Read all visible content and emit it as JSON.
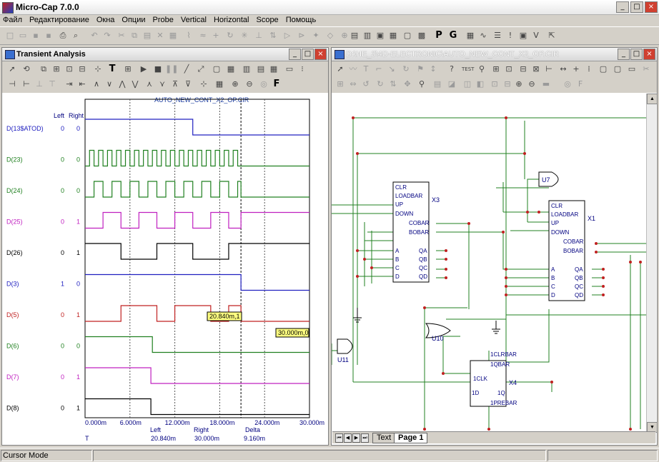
{
  "app": {
    "title": "Micro-Cap 7.0.0"
  },
  "menu": [
    "Файл",
    "Редактирование",
    "Окна",
    "Опции",
    "Probe",
    "Vertical",
    "Horizontal",
    "Scope",
    "Помощь"
  ],
  "transient": {
    "title": "Transient Analysis",
    "file": "AUTO_NEW_CONT_X2_OP.CIR",
    "col_left": "Left",
    "col_right": "Right",
    "signals": [
      {
        "name": "D(13$ATOD)",
        "left": "0",
        "right": "0",
        "color": "#2020c0"
      },
      {
        "name": "D(23)",
        "left": "0",
        "right": "0",
        "color": "#208020"
      },
      {
        "name": "D(24)",
        "left": "0",
        "right": "0",
        "color": "#208020"
      },
      {
        "name": "D(25)",
        "left": "0",
        "right": "1",
        "color": "#c020c0"
      },
      {
        "name": "D(26)",
        "left": "0",
        "right": "1",
        "color": "#000000"
      },
      {
        "name": "D(3)",
        "left": "1",
        "right": "0",
        "color": "#2020c0"
      },
      {
        "name": "D(5)",
        "left": "0",
        "right": "1",
        "color": "#c02020"
      },
      {
        "name": "D(6)",
        "left": "0",
        "right": "0",
        "color": "#208020"
      },
      {
        "name": "D(7)",
        "left": "0",
        "right": "1",
        "color": "#c020c0"
      },
      {
        "name": "D(8)",
        "left": "0",
        "right": "1",
        "color": "#000000"
      }
    ],
    "x_ticks": [
      "0.000m",
      "6.000m",
      "12.000m",
      "18.000m",
      "24.000m",
      "30.000m"
    ],
    "cursor_labels": {
      "left": "Left",
      "right": "Right",
      "delta": "Delta"
    },
    "cursor_row": {
      "t": "T",
      "left": "20.840m",
      "right": "30.000m",
      "delta": "9.160m"
    },
    "tag1": "20.840m,1",
    "tag2": "30.000m,0"
  },
  "schematic": {
    "title": "D:\\HE_3\\4D-ELECTRONIC\\AUTO_NEW_CONT_X2_OP.CIR",
    "tabs": [
      "Text",
      "Page 1"
    ],
    "x3": {
      "name": "X3",
      "left_pins": [
        "CLR",
        "LOADBAR",
        "UP",
        "DOWN"
      ],
      "right_pins": [
        "COBAR",
        "BOBAR"
      ],
      "data_in": [
        "A",
        "B",
        "C",
        "D"
      ],
      "data_out": [
        "QA",
        "QB",
        "QC",
        "QD"
      ]
    },
    "x1": {
      "name": "X1",
      "left_pins": [
        "CLR",
        "LOADBAR",
        "UP",
        "DOWN"
      ],
      "right_pins": [
        "COBAR",
        "BOBAR"
      ],
      "data_in": [
        "A",
        "B",
        "C",
        "D"
      ],
      "data_out": [
        "QA",
        "QB",
        "QC",
        "QD"
      ]
    },
    "x4": {
      "name": "X4",
      "pins": [
        "1CLRBAR",
        "1QBAR",
        "1CLK",
        "1D",
        "1Q",
        "1PREBAR"
      ]
    },
    "gates": [
      "U7",
      "U10",
      "U11"
    ]
  },
  "status": {
    "mode": "Cursor Mode"
  }
}
